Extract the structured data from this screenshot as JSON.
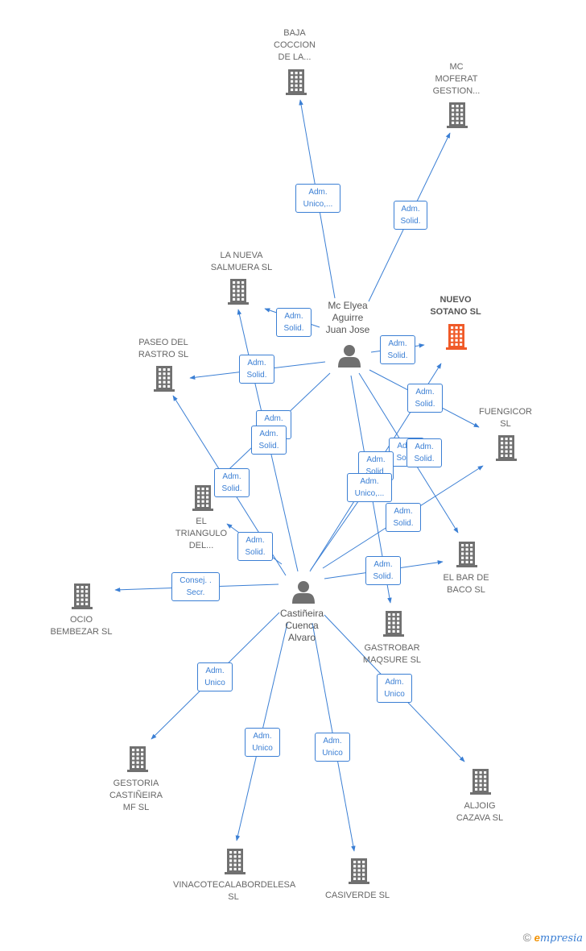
{
  "colors": {
    "edge": "#3b7fd4",
    "building": "#707070",
    "building_highlight": "#f05a28",
    "person": "#707070"
  },
  "companies": [
    {
      "id": "baja",
      "label": "BAJA\nCOCCION\nDE LA...",
      "icon": "building-icon"
    },
    {
      "id": "mofer",
      "label": "MC\nMOFERAT\nGESTION...",
      "icon": "building-icon"
    },
    {
      "id": "salm",
      "label": "LA NUEVA\nSALMUERA  SL",
      "icon": "building-icon"
    },
    {
      "id": "nuevo",
      "label": "NUEVO\nSOTANO  SL",
      "icon": "building-icon",
      "highlight": true
    },
    {
      "id": "paseo",
      "label": "PASEO DEL\nRASTRO  SL",
      "icon": "building-icon"
    },
    {
      "id": "fueng",
      "label": "FUENGICOR\nSL",
      "icon": "building-icon"
    },
    {
      "id": "trian",
      "label": "EL\nTRIANGULO\nDEL...",
      "icon": "building-icon"
    },
    {
      "id": "bar",
      "label": "EL BAR DE\nBACO  SL",
      "icon": "building-icon"
    },
    {
      "id": "ocio",
      "label": "OCIO\nBEMBEZAR  SL",
      "icon": "building-icon"
    },
    {
      "id": "gastro",
      "label": "GASTROBAR\nMAQSURE SL",
      "icon": "building-icon"
    },
    {
      "id": "gest",
      "label": "GESTORIA\nCASTIÑEIRA\nMF  SL",
      "icon": "building-icon"
    },
    {
      "id": "aljo",
      "label": "ALJOIG\nCAZAVA  SL",
      "icon": "building-icon"
    },
    {
      "id": "vina",
      "label": "VINACOTECALABORDELESA\nSL",
      "icon": "building-icon"
    },
    {
      "id": "casi",
      "label": "CASIVERDE  SL",
      "icon": "building-icon"
    }
  ],
  "persons": [
    {
      "id": "mc",
      "label": "Mc Elyea\nAguirre\nJuan Jose",
      "icon": "person-icon"
    },
    {
      "id": "cast",
      "label": "Castiñeira\nCuenca\nAlvaro",
      "icon": "person-icon"
    }
  ],
  "edges": [
    {
      "from": "mc",
      "to": "baja",
      "label": "Adm.\nUnico,..."
    },
    {
      "from": "mc",
      "to": "mofer",
      "label": "Adm.\nSolid."
    },
    {
      "from": "mc",
      "to": "salm",
      "label": "Adm.\nSolid."
    },
    {
      "from": "mc",
      "to": "nuevo",
      "label": "Adm.\nSolid."
    },
    {
      "from": "mc",
      "to": "paseo",
      "label": "Adm.\nSolid."
    },
    {
      "from": "mc",
      "to": "fueng",
      "label": "Adm.\nSolid."
    },
    {
      "from": "mc",
      "to": "trian",
      "label": "Adm.\nSolid."
    },
    {
      "from": "mc",
      "to": "bar",
      "label": "Adm.\nSolid."
    },
    {
      "from": "mc",
      "to": "gastro",
      "label": "Adm.\nSolid."
    },
    {
      "from": "cast",
      "to": "nuevo",
      "label": "Adm.\nSolid."
    },
    {
      "from": "cast",
      "to": "salm",
      "label": "Adm.\nSolid."
    },
    {
      "from": "cast",
      "to": "paseo",
      "label": "Adm.\nSolid."
    },
    {
      "from": "cast",
      "to": "trian",
      "label": "Adm.\nSolid."
    },
    {
      "from": "cast",
      "to": "fueng",
      "label": "Adm.\nSolid."
    },
    {
      "from": "cast",
      "to": "bar",
      "label": "Adm.\nSolid."
    },
    {
      "from": "cast",
      "to": "gastro",
      "label": "Adm.\nUnico,..."
    },
    {
      "from": "cast",
      "to": "ocio",
      "label": "Consej. .\nSecr."
    },
    {
      "from": "cast",
      "to": "gest",
      "label": "Adm.\nUnico"
    },
    {
      "from": "cast",
      "to": "vina",
      "label": "Adm.\nUnico"
    },
    {
      "from": "cast",
      "to": "casi",
      "label": "Adm.\nUnico"
    },
    {
      "from": "cast",
      "to": "aljo",
      "label": "Adm.\nUnico"
    }
  ],
  "watermark": {
    "copyright": "©",
    "brand_e": "e",
    "brand_rest": "mpresia"
  }
}
